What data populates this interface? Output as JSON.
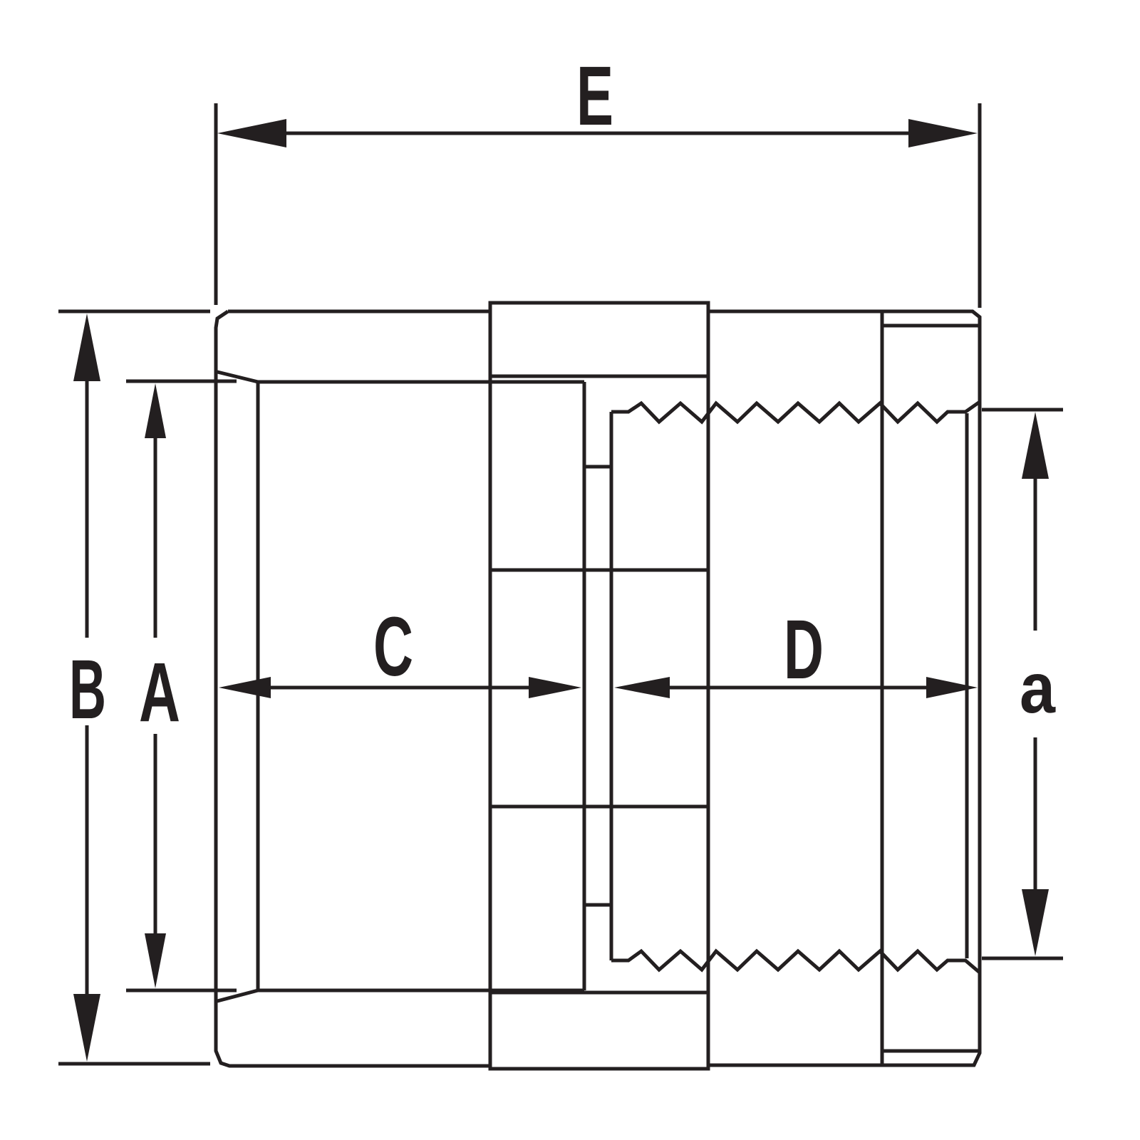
{
  "diagram": {
    "labels": {
      "overall_length": "E",
      "outer_diameter": "B",
      "socket_diameter": "A",
      "socket_depth": "C",
      "thread_length": "D",
      "thread_diameter": "a"
    },
    "colors": {
      "line": "#231f20",
      "background": "#ffffff"
    }
  }
}
